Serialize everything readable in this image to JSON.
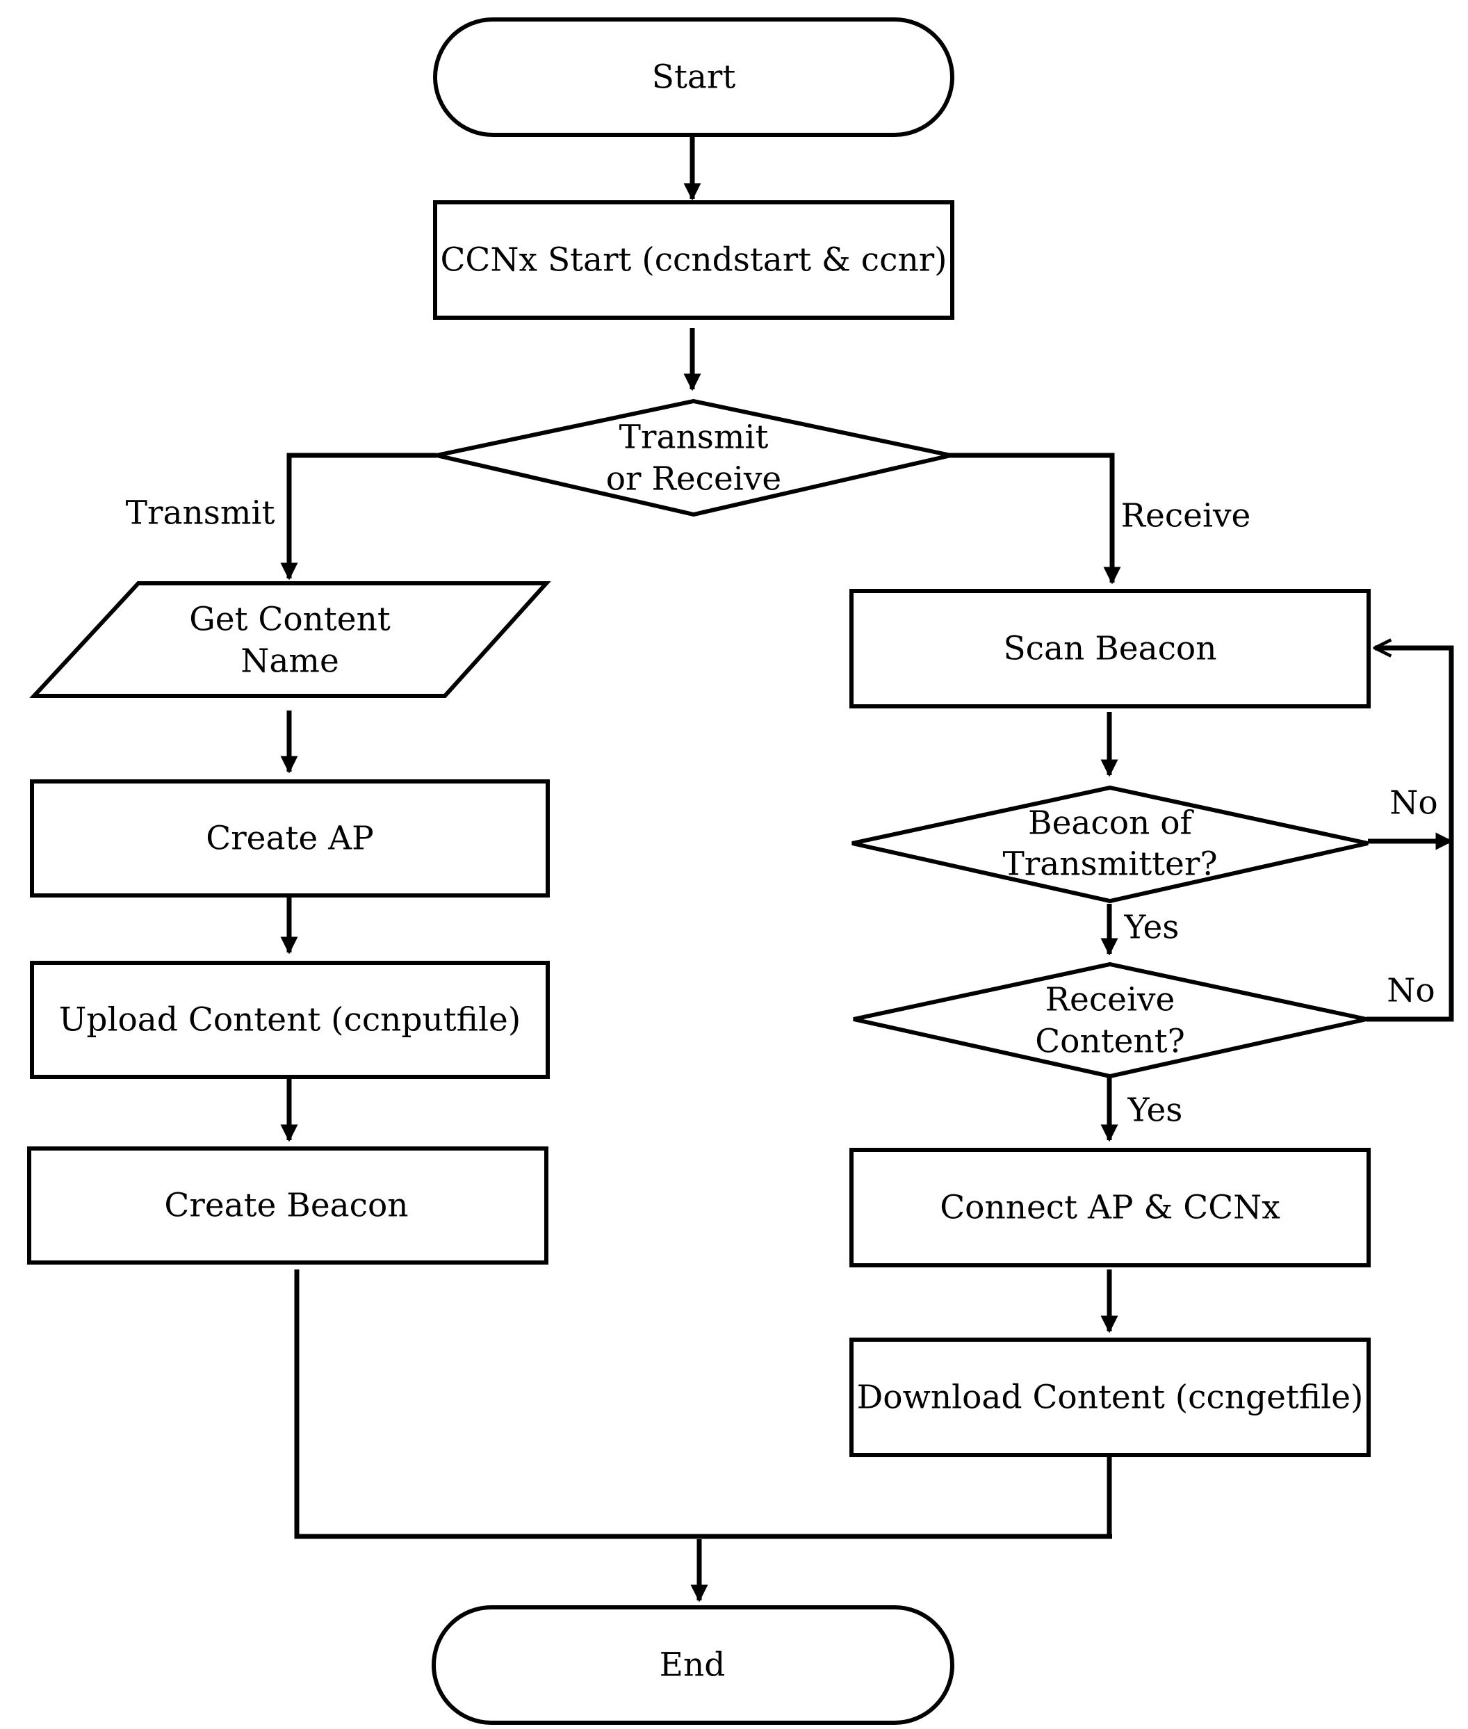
{
  "nodes": {
    "start": "Start",
    "ccnx_start": "CCNx Start (ccndstart & ccnr)",
    "decision_tx_rx": [
      "Transmit",
      "or Receive"
    ],
    "get_content_name": [
      "Get Content",
      "Name"
    ],
    "create_ap": "Create AP",
    "upload_content": "Upload Content (ccnputfile)",
    "create_beacon": "Create Beacon",
    "scan_beacon": "Scan Beacon",
    "decision_beacon": [
      "Beacon of",
      "Transmitter?"
    ],
    "decision_receive": [
      "Receive",
      "Content?"
    ],
    "connect_ap": "Connect AP & CCNx",
    "download_content": "Download Content (ccngetfile)",
    "end": "End"
  },
  "edge_labels": {
    "transmit": "Transmit",
    "receive": "Receive",
    "no_beacon": "No",
    "yes_beacon": "Yes",
    "no_receive": "No",
    "yes_receive": "Yes"
  }
}
